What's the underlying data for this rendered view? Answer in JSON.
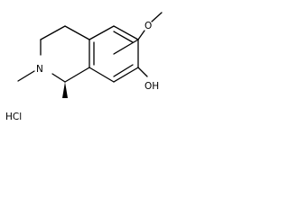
{
  "molecule": {
    "atoms": {
      "methoxy_oxygen": "O",
      "hydroxyl": "OH",
      "nitrogen": "N",
      "salt": "HCl"
    }
  }
}
